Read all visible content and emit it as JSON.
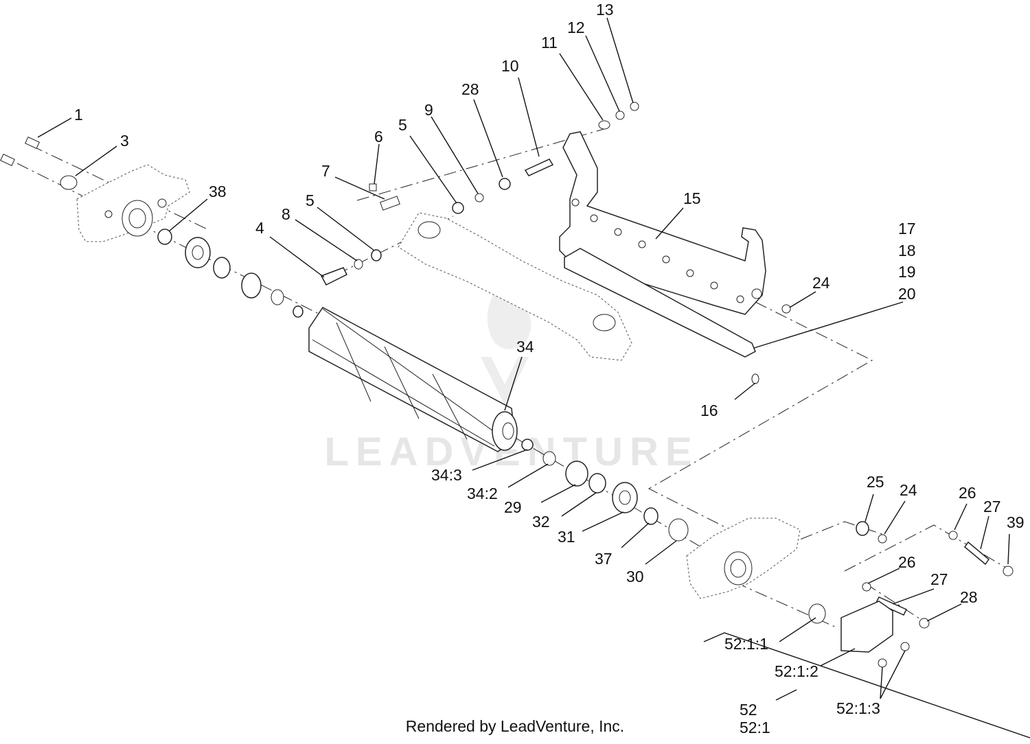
{
  "diagram": {
    "footer": "Rendered by LeadVenture, Inc.",
    "watermark": "LEADVENTURE",
    "callouts": [
      "1",
      "3",
      "38",
      "7",
      "6",
      "5",
      "9",
      "28",
      "10",
      "11",
      "12",
      "13",
      "8",
      "5",
      "4",
      "15",
      "17",
      "18",
      "19",
      "20",
      "24",
      "16",
      "34",
      "34:3",
      "34:2",
      "29",
      "32",
      "31",
      "37",
      "30",
      "25",
      "24",
      "26",
      "27",
      "39",
      "26",
      "27",
      "28",
      "52:1:1",
      "52:1:2",
      "52:1:3",
      "52",
      "52:1"
    ]
  }
}
